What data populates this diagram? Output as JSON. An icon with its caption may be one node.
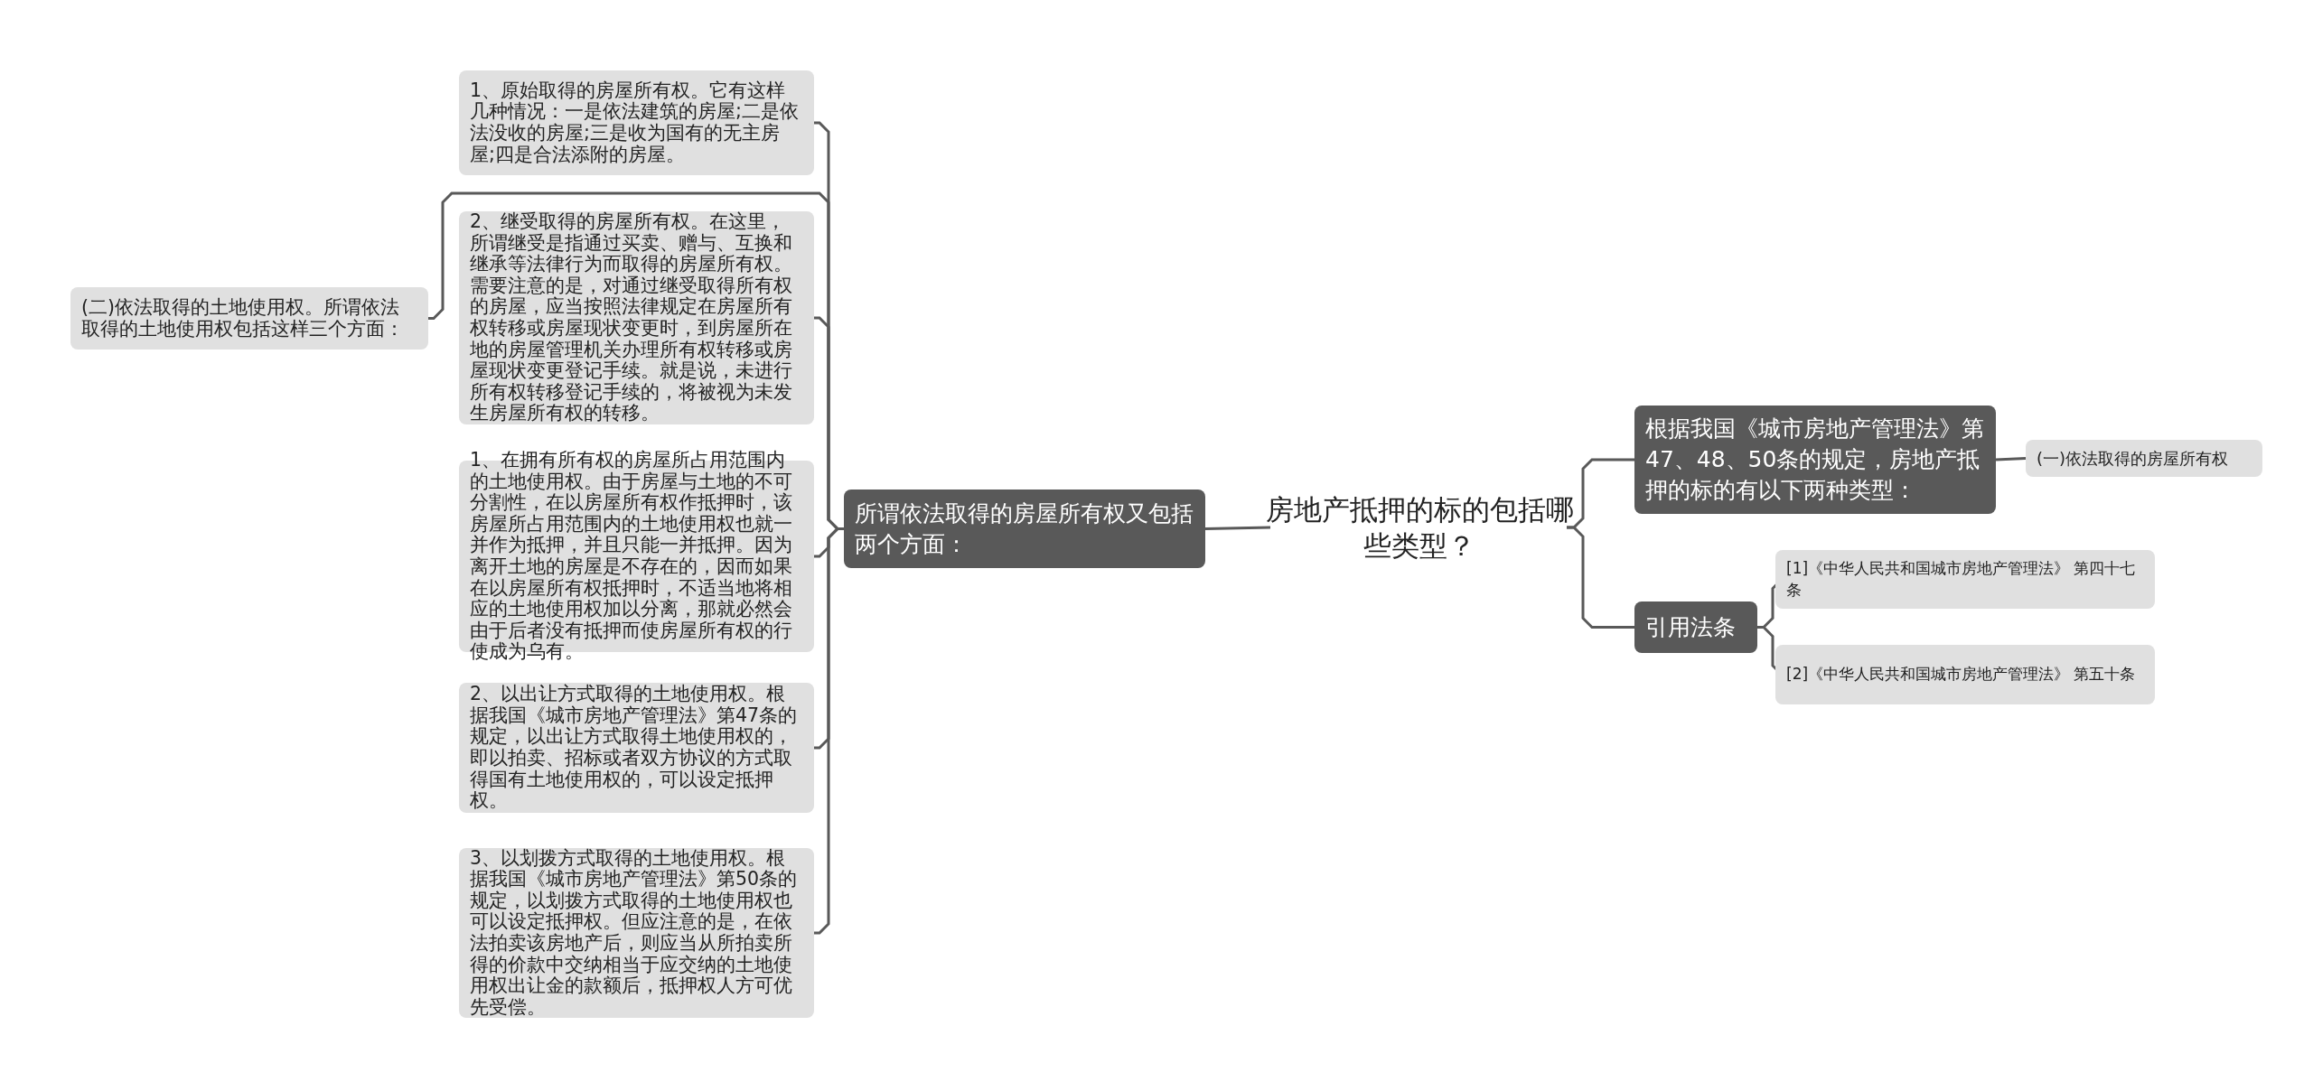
{
  "diagram": {
    "nodes": [
      {
        "text": [
          "房地产抵押的标的包括哪些类型？"
        ]
      },
      {
        "text": [
          "根据我国《城市房地产管理法》第47、48、50条的规定，房地产抵押的标的有以下两种类型："
        ]
      },
      {
        "text": [
          "(一)依法取得的房屋所有权"
        ]
      },
      {
        "text": [
          "引用法条"
        ]
      },
      {
        "text": [
          "[1]《中华人民共和国城市房地产管理法》 第四十七条"
        ]
      },
      {
        "text": [
          "[2]《中华人民共和国城市房地产管理法》 第五十条"
        ]
      },
      {
        "text": [
          "所谓依法取得的房屋所有权又包括两个方面："
        ]
      },
      {
        "text": [
          "1、原始取得的房屋所有权。它有这样几种情况：一是依法建筑的房屋;二是依法没收的房屋;三是收为国有的无主房屋;四是合法添附的房屋。"
        ]
      },
      {
        "text": [
          "2、继受取得的房屋所有权。在这里，所谓继受是指通过买卖、赠与、互换和继承等法律行为而取得的房屋所有权。需要注意的是，对通过继受取得所有权的房屋，应当按照法律规定在房屋所有权转移或房屋现状变更时，到房屋所在地的房屋管理机关办理所有权转移或房屋现状变更登记手续。就是说，未进行所有权转移登记手续的，将被视为未发生房屋所有权的转移。"
        ]
      },
      {
        "text": [
          "1、在拥有所有权的房屋所占用范围内的土地使用权。由于房屋与土地的不可分割性，在以房屋所有权作抵押时，该房屋所占用范围内的土地使用权也就一并作为抵押，并且只能一并抵押。因为离开土地的房屋是不存在的，因而如果在以房屋所有权抵押时，不适当地将相应的土地使用权加以分离，那就必然会由于后者没有抵押而使房屋所有权的行使成为乌有。"
        ]
      },
      {
        "text": [
          "2、以出让方式取得的土地使用权。根据我国《城市房地产管理法》第47条的规定，以出让方式取得土地使用权的，即以拍卖、招标或者双方协议的方式取得国有土地使用权的，可以设定抵押权。"
        ]
      },
      {
        "text": [
          "3、以划拨方式取得的土地使用权。根据我国《城市房地产管理法》第50条的规定，以划拨方式取得的土地使用权也可以设定抵押权。但应注意的是，在依法拍卖该房地产后，则应当从所拍卖所得的价款中交纳相当于应交纳的土地使用权出让金的款额后，抵押权人方可优先受偿。"
        ]
      },
      {
        "text": [
          "(二)依法取得的土地使用权。所谓依法取得的土地使用权包括这样三个方面："
        ]
      }
    ],
    "edges": [
      {
        "from": 0,
        "to": 1,
        "arrow": "none"
      },
      {
        "from": 1,
        "to": 2,
        "arrow": "none"
      },
      {
        "from": 0,
        "to": 3,
        "arrow": "none"
      },
      {
        "from": 3,
        "to": 4,
        "arrow": "none"
      },
      {
        "from": 3,
        "to": 5,
        "arrow": "none"
      },
      {
        "from": 0,
        "to": 6,
        "arrow": "none"
      },
      {
        "from": 6,
        "to": 7,
        "arrow": "none"
      },
      {
        "from": 6,
        "to": 8,
        "arrow": "none"
      },
      {
        "from": 6,
        "to": 9,
        "arrow": "none"
      },
      {
        "from": 6,
        "to": 10,
        "arrow": "none"
      },
      {
        "from": 6,
        "to": 11,
        "arrow": "none"
      },
      {
        "from": 6,
        "to": 12,
        "arrow": "none"
      }
    ]
  }
}
